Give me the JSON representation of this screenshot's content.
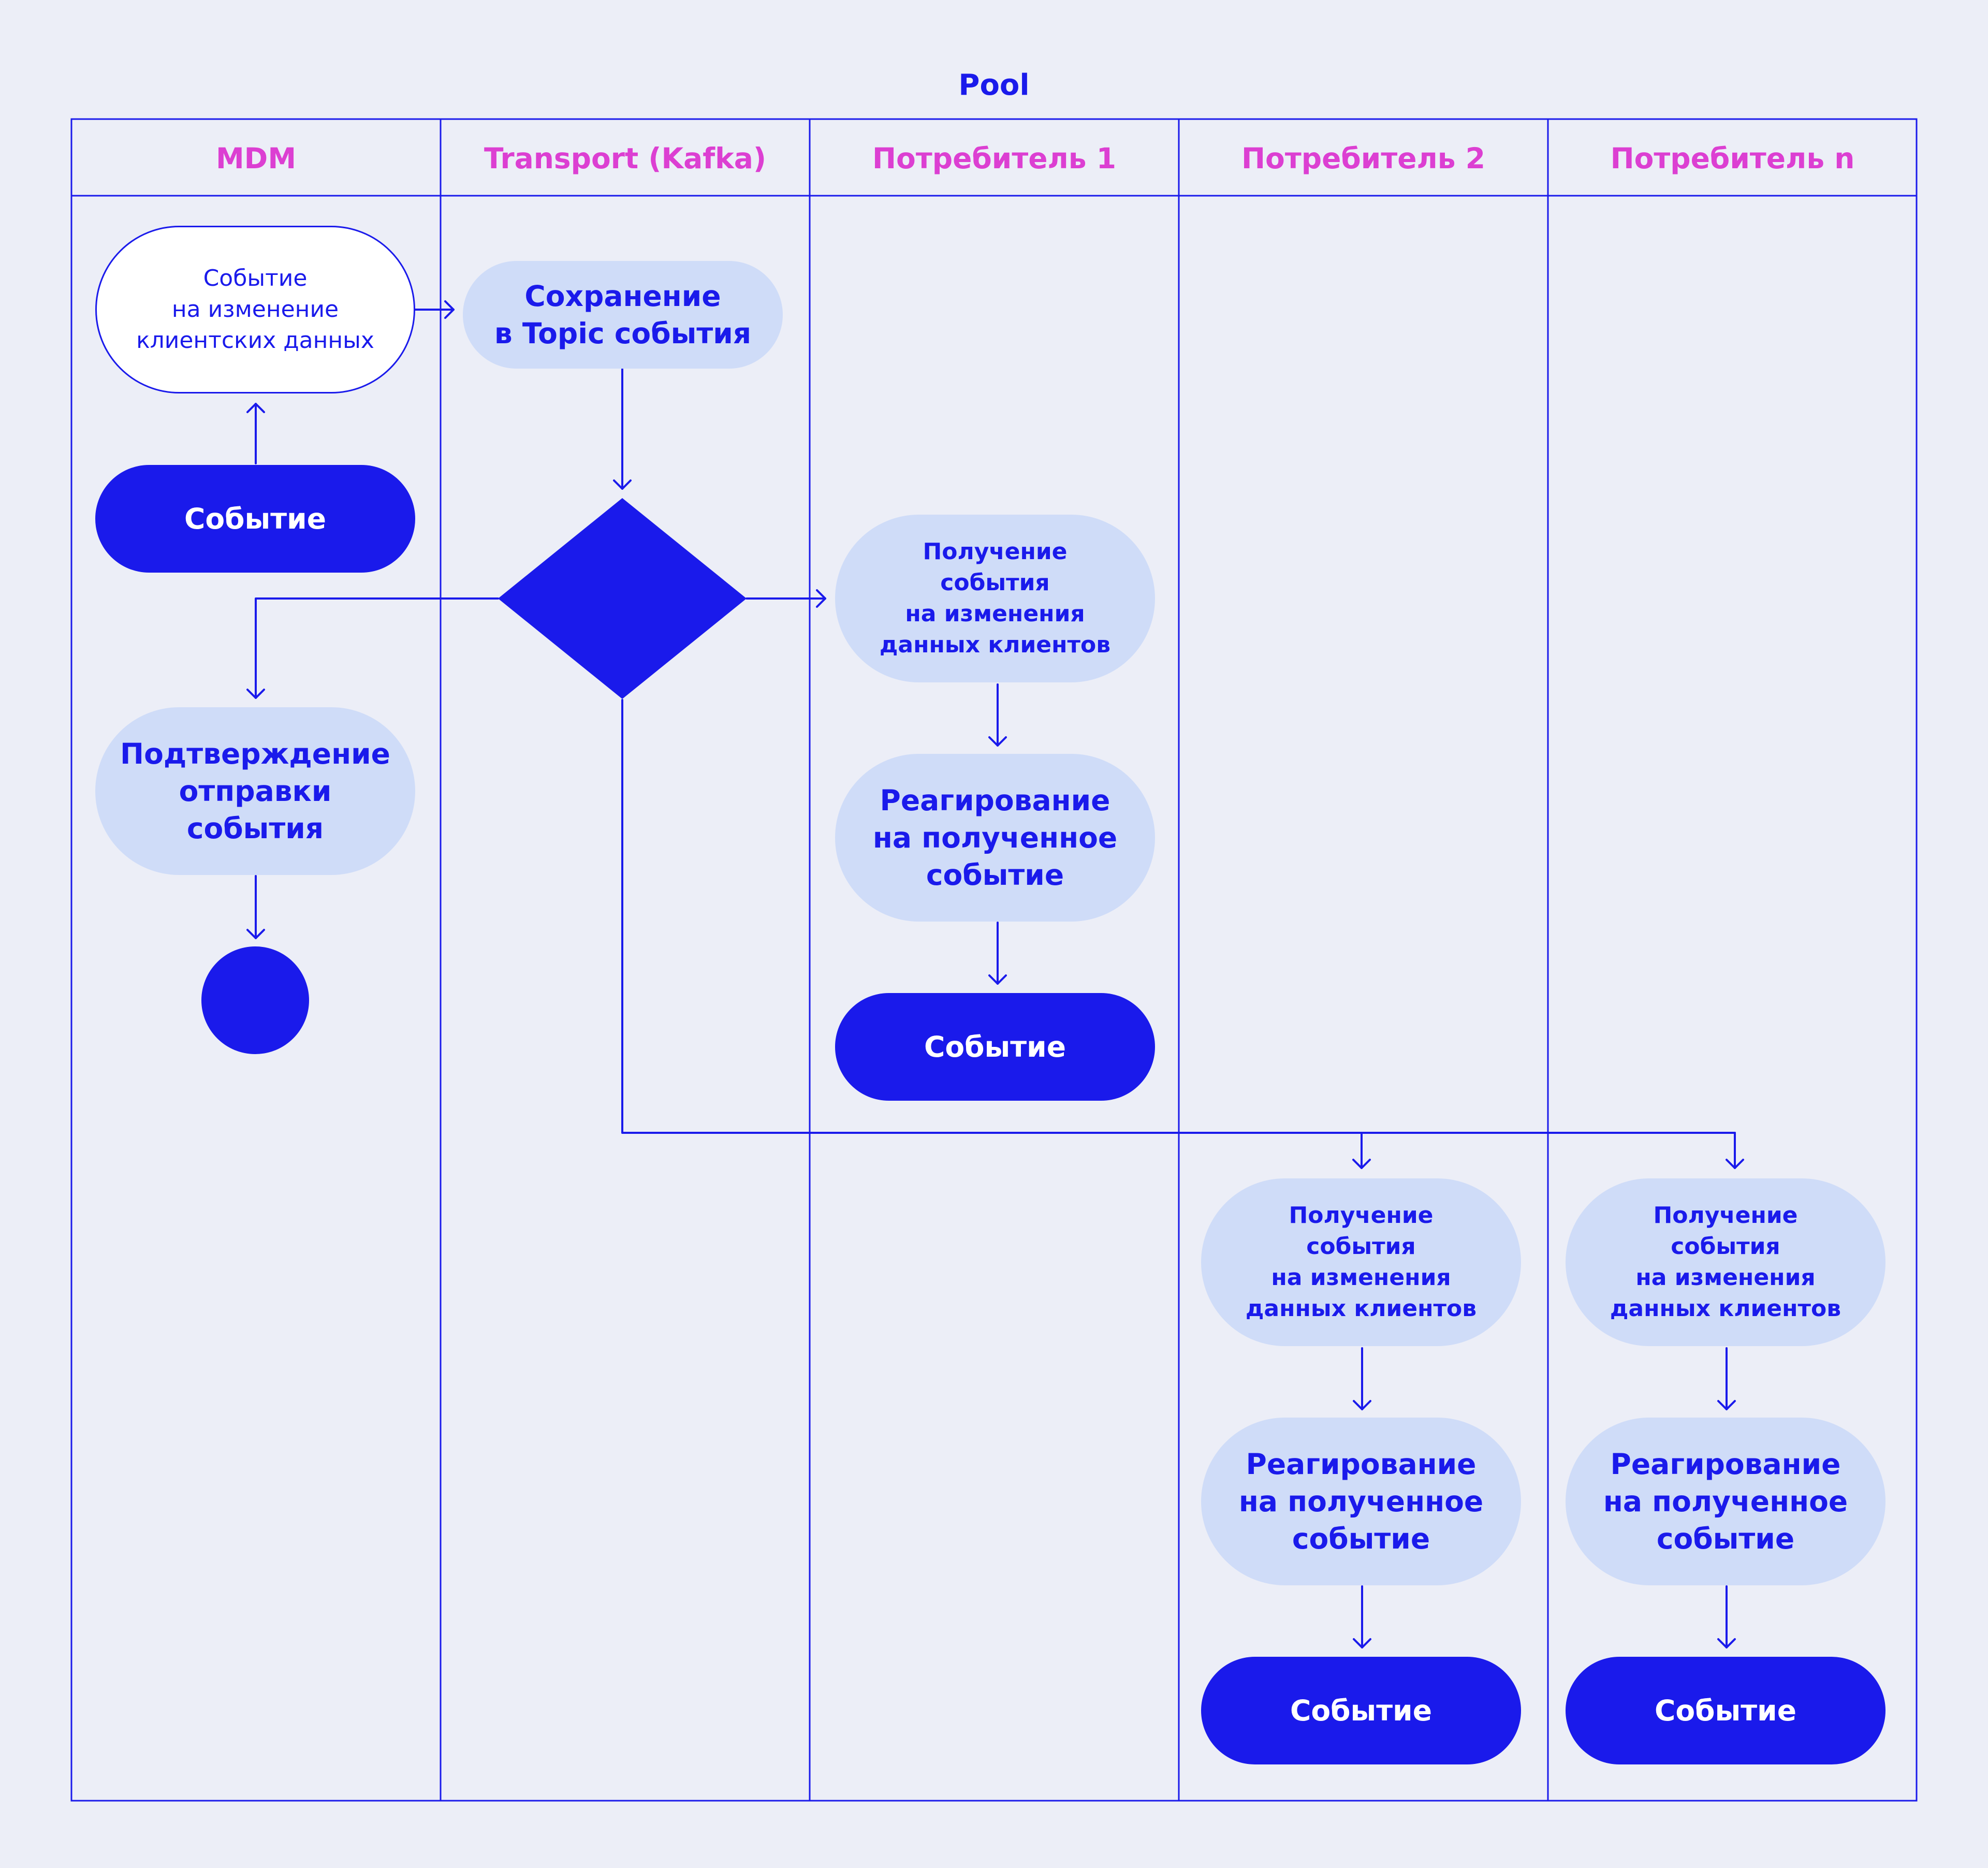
{
  "pool": {
    "title": "Pool"
  },
  "lanes": [
    {
      "title": "MDM"
    },
    {
      "title": "Transport (Kafka)"
    },
    {
      "title": "Потребитель 1"
    },
    {
      "title": "Потребитель 2"
    },
    {
      "title": "Потребитель n"
    }
  ],
  "nodes": {
    "mdm_change_event": "Событие\nна изменение\nклиентских данных",
    "mdm_start_event": "Событие",
    "mdm_confirmation": "Подтверждение\nотправки\nсобытия",
    "kafka_save_topic": "Сохранение\nв Topic события",
    "c1_receive": "Получение\nсобытия\nна изменения\nданных клиентов",
    "c1_react": "Реагирование\nна полученное\nсобытие",
    "c1_event": "Событие",
    "c2_receive": "Получение\nсобытия\nна изменения\nданных клиентов",
    "c2_react": "Реагирование\nна полученное\nсобытие",
    "c2_event": "Событие",
    "cn_receive": "Получение\nсобытия\nна изменения\nданных клиентов",
    "cn_react": "Реагирование\nна полученное\nсобытие",
    "cn_event": "Событие"
  },
  "colors": {
    "background": "#ECEEF7",
    "primary": "#1A1AEB",
    "lane_title": "#DC3FD2",
    "pill_light": "#CFDCF8",
    "pill_outline_fill": "#FFFFFF"
  }
}
